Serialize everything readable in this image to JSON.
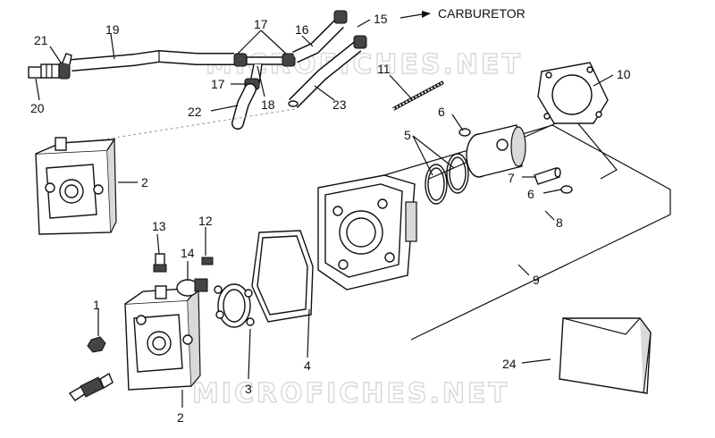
{
  "diagram": {
    "destination_label": "CARBURETOR",
    "watermarks": [
      "MICROFICHES.NET",
      "MICROFICHES.NET"
    ],
    "callouts": [
      {
        "id": "1",
        "text": "1"
      },
      {
        "id": "2a",
        "text": "2"
      },
      {
        "id": "2b",
        "text": "2"
      },
      {
        "id": "3",
        "text": "3"
      },
      {
        "id": "4",
        "text": "4"
      },
      {
        "id": "5",
        "text": "5"
      },
      {
        "id": "6a",
        "text": "6"
      },
      {
        "id": "6b",
        "text": "6"
      },
      {
        "id": "7",
        "text": "7"
      },
      {
        "id": "8",
        "text": "8"
      },
      {
        "id": "9",
        "text": "9"
      },
      {
        "id": "10",
        "text": "10"
      },
      {
        "id": "11",
        "text": "11"
      },
      {
        "id": "12",
        "text": "12"
      },
      {
        "id": "13",
        "text": "13"
      },
      {
        "id": "14",
        "text": "14"
      },
      {
        "id": "15",
        "text": "15"
      },
      {
        "id": "16",
        "text": "16"
      },
      {
        "id": "17a",
        "text": "17"
      },
      {
        "id": "17b",
        "text": "17"
      },
      {
        "id": "18",
        "text": "18"
      },
      {
        "id": "19",
        "text": "19"
      },
      {
        "id": "20",
        "text": "20"
      },
      {
        "id": "21",
        "text": "21"
      },
      {
        "id": "22",
        "text": "22"
      },
      {
        "id": "23",
        "text": "23"
      },
      {
        "id": "24",
        "text": "24"
      }
    ]
  }
}
